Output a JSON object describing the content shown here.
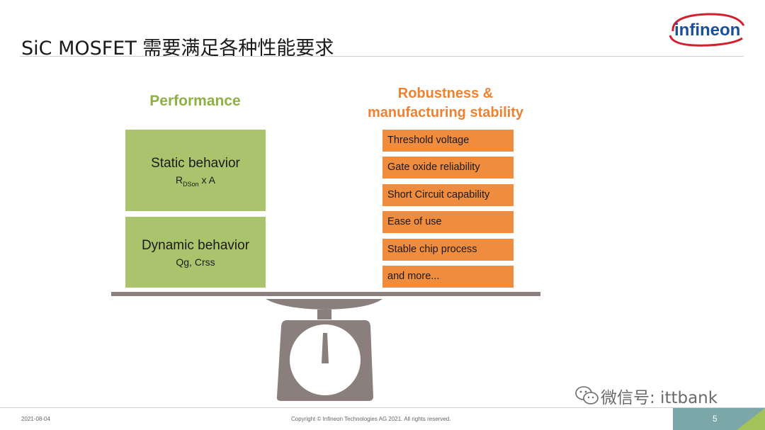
{
  "slide": {
    "title": "SiC MOSFET 需要满足各种性能要求",
    "logo_text": "infineon",
    "performance": {
      "heading": "Performance",
      "static": {
        "title": "Static behavior",
        "sub_main": "R",
        "sub_subscript": "DSon",
        "sub_tail": " x A"
      },
      "dynamic": {
        "title": "Dynamic behavior",
        "sub": "Qg, Crss"
      }
    },
    "robustness": {
      "heading_line1": "Robustness &",
      "heading_line2": "manufacturing stability",
      "items": [
        "Threshold voltage",
        "Gate oxide reliability",
        "Short Circuit capability",
        "Ease of use",
        "Stable chip process",
        "and more..."
      ]
    },
    "footer": {
      "date": "2021-08-04",
      "copyright": "Copyright © Infineon Technologies AG 2021. All rights reserved.",
      "page_number": "5"
    },
    "watermark": "微信号: ittbank",
    "colors": {
      "green": "#a9c46d",
      "green_text": "#8db143",
      "orange": "#f08c3d",
      "orange_text": "#ee8231",
      "scale_gray": "#8a7f7c",
      "footer_teal": "#7ba7a8",
      "footer_green": "#a3c25a"
    },
    "icons": [
      "infineon-logo-icon",
      "scale-icon",
      "wechat-icon"
    ]
  }
}
